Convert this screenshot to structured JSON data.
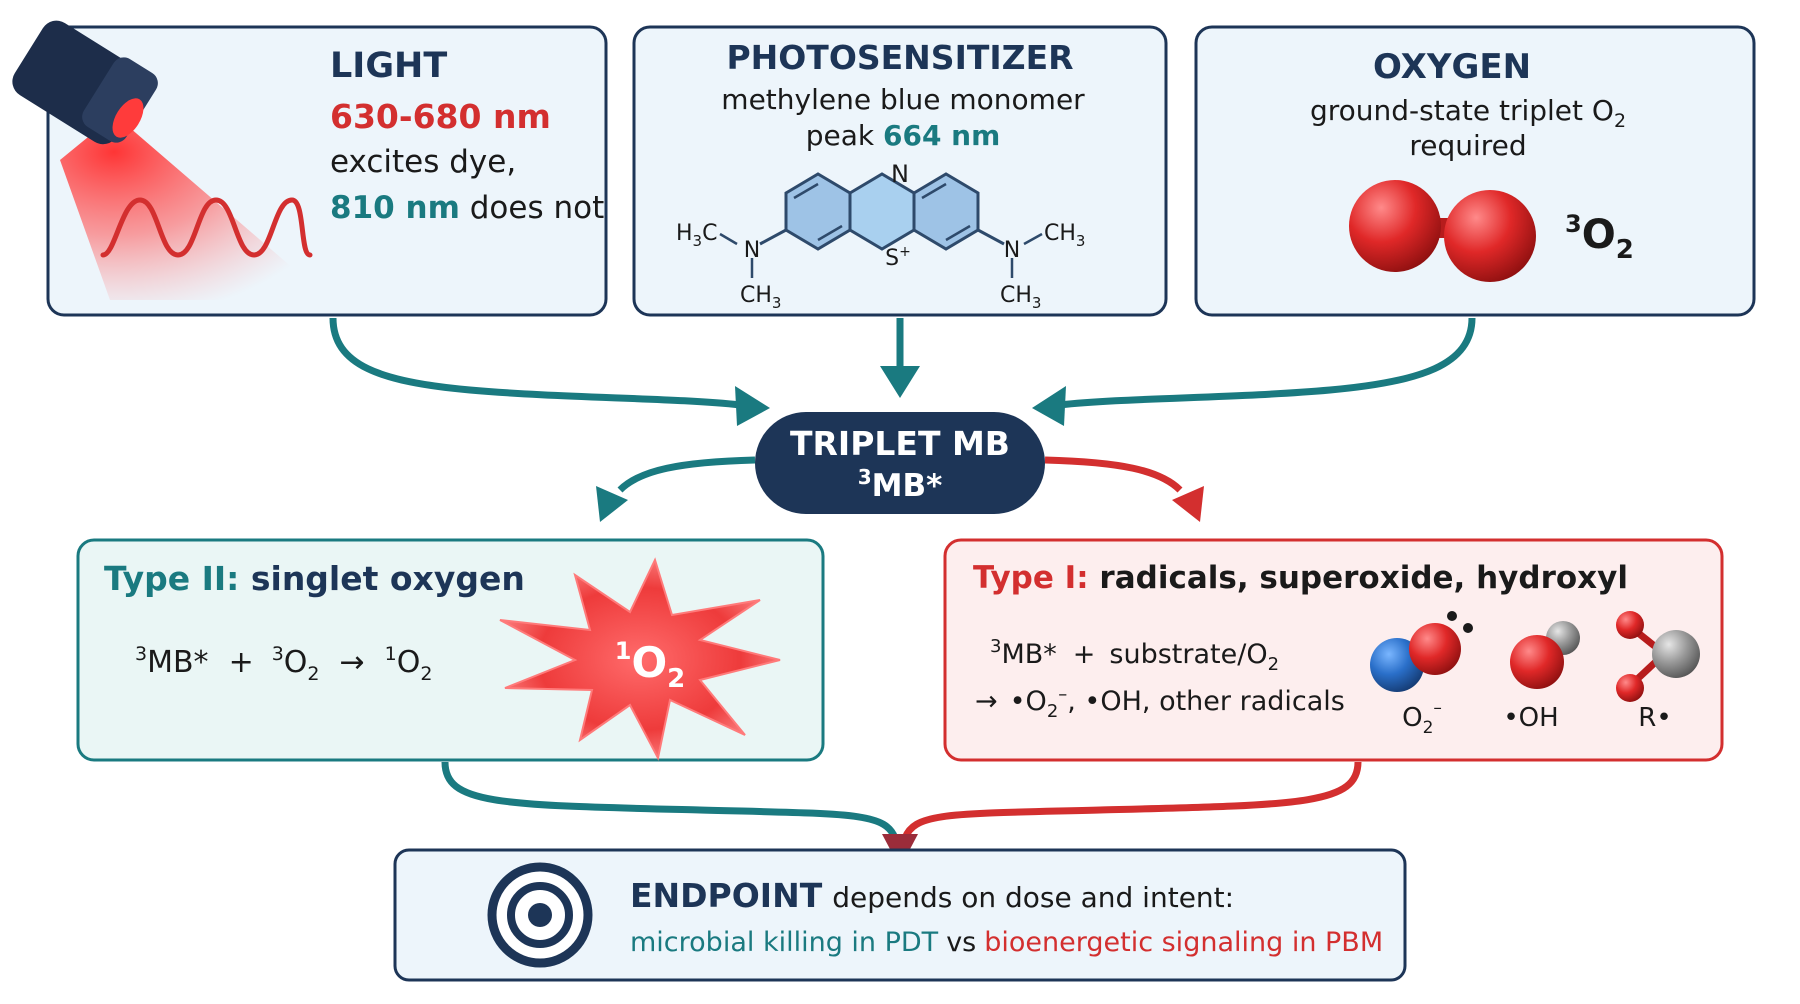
{
  "colors": {
    "navy": "#1d3557",
    "teal": "#1a7a80",
    "red": "#d32f2f",
    "box_fill": "#edf5fb",
    "teal_fill": "#eaf6f5",
    "red_fill": "#fdeeee",
    "border": "#1d3557"
  },
  "light": {
    "title": "LIGHT",
    "range": "630-680 nm",
    "line2": "excites dye,",
    "no_wl": "810 nm",
    "no_txt": "does not"
  },
  "photosensitizer": {
    "title": "PHOTOSENSITIZER",
    "line1": "methylene blue monomer",
    "peak_prefix": "peak",
    "peak_value": "664 nm",
    "atoms": {
      "n_top": "N",
      "s": "S",
      "s_charge": "+",
      "h3c": "H",
      "h3c_sub": "3",
      "h3c_c": "C",
      "n_left": "N",
      "ch3_left": "CH",
      "ch3_left_sub": "3",
      "n_right": "N",
      "ch3_right_top": "CH",
      "ch3_right_top_sub": "3",
      "ch3_right": "CH",
      "ch3_right_sub": "3"
    }
  },
  "oxygen": {
    "title": "OXYGEN",
    "line1": "ground-state triplet O",
    "line1_sub": "2",
    "line2": "required",
    "label_sup": "3",
    "label": "O",
    "label_sub": "2"
  },
  "center": {
    "title": "TRIPLET MB",
    "sup": "3",
    "label": "MB*"
  },
  "type2": {
    "head": "Type II:",
    "title": "singlet oxygen",
    "eq": {
      "s1": "3",
      "t1": "MB*",
      "plus": "+",
      "s2": "3",
      "t2": "O",
      "b2": "2",
      "arrow": "→",
      "s3": "1",
      "t3": "O",
      "b3": "2"
    },
    "burst": {
      "sup": "1",
      "label": "O",
      "sub": "2"
    }
  },
  "type1": {
    "head": "Type I:",
    "title": "radicals, superoxide, hydroxyl",
    "eq1": {
      "sup": "3",
      "t1": "MB*",
      "plus": "+",
      "t2": "substrate/O",
      "sub": "2"
    },
    "eq2": {
      "arrow": "→",
      "t1": "•O",
      "sub": "2",
      "sup": "–",
      "t2": ", •OH, other radicals"
    },
    "mol1": {
      "label": "O",
      "sub": "2",
      "sup": "–"
    },
    "mol2": {
      "label": "•OH"
    },
    "mol3": {
      "label": "R•"
    }
  },
  "endpoint": {
    "title": "ENDPOINT",
    "line1": "depends on dose and intent:",
    "teal": "microbial killing in PDT",
    "vs": "vs",
    "red": "bioenergetic signaling in PBM"
  }
}
